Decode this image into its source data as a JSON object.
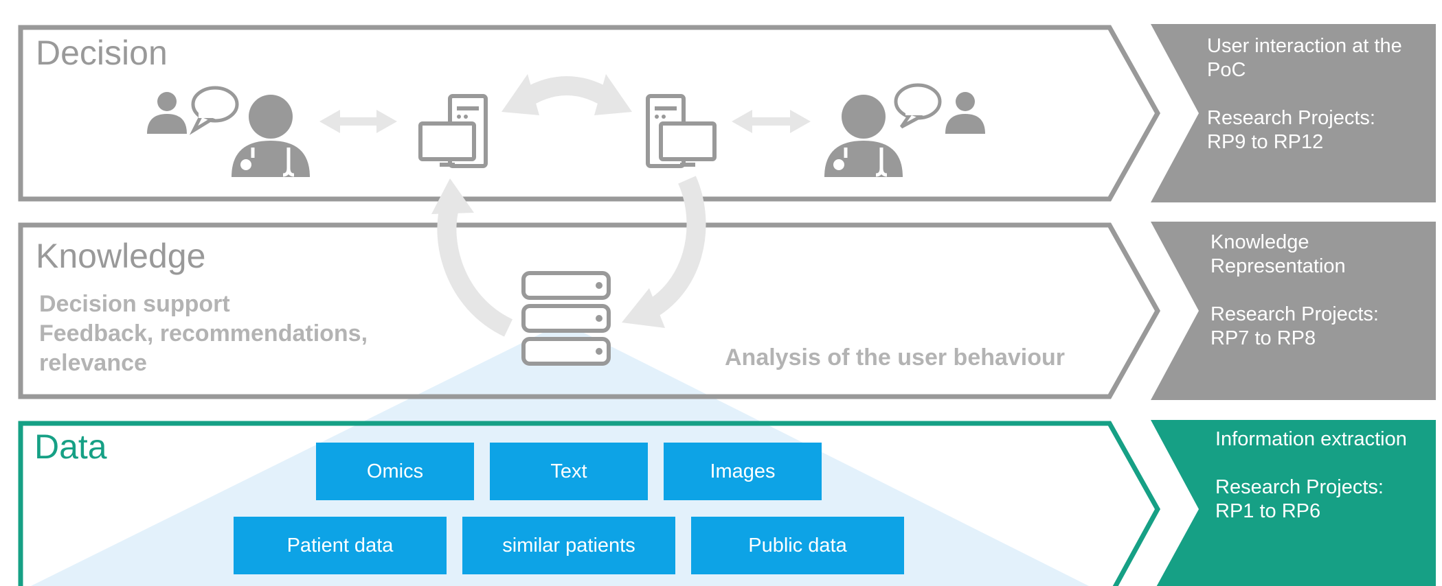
{
  "layers": {
    "decision": {
      "title": "Decision",
      "side_line1": "User interaction at the PoC",
      "side_line2": "Research Projects: RP9 to RP12"
    },
    "knowledge": {
      "title": "Knowledge",
      "support_line1": "Decision support",
      "support_line2": "Feedback, recommendations, relevance",
      "analysis": "Analysis of the user behaviour",
      "side_line1": "Knowledge Representation",
      "side_line2": "Research Projects: RP7 to RP8"
    },
    "data": {
      "title": "Data",
      "boxes": [
        "Omics",
        "Text",
        "Images",
        "Patient data",
        "similar patients",
        "Public data"
      ],
      "side_line1": "Information extraction",
      "side_line2": "Research Projects: RP1 to RP6"
    }
  },
  "colors": {
    "gray_frame": "#999999",
    "side_gray": "#999999",
    "green": "#16a085",
    "box_blue": "#0da3e6",
    "light_blue": "#e3f1fb",
    "icon_gray": "#999999",
    "arrow_light": "#e6e6e6"
  },
  "icons": [
    "person-icon",
    "speech-bubble-icon",
    "doctor-icon",
    "double-arrow-icon",
    "computer-icon",
    "cycle-arrow-icon",
    "server-icon"
  ]
}
